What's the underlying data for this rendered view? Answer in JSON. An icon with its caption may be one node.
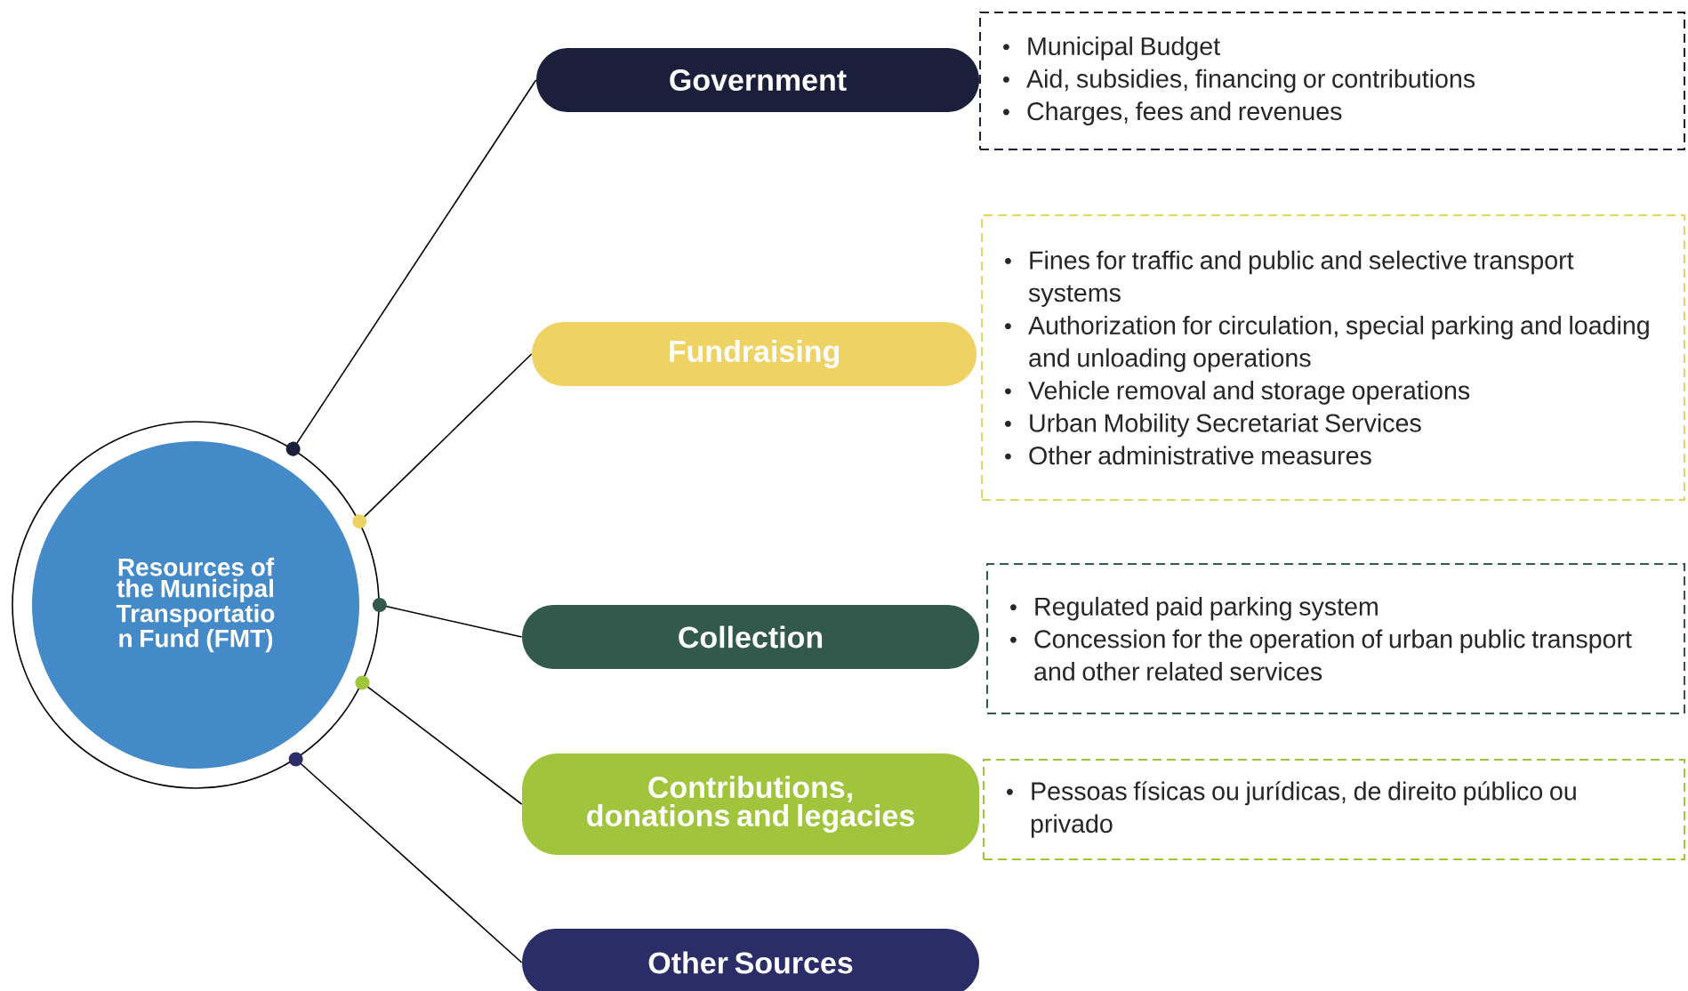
{
  "diagram": {
    "nodes": [
      {
        "text": [
          "Resources of the Municipal Transportatio n Fund (FMT)"
        ]
      },
      {
        "text": [
          "Government"
        ]
      },
      {
        "text": [
          "Municipal Budget",
          "Aid, subsidies, financing or contributions",
          "Charges, fees and revenues"
        ]
      },
      {
        "text": [
          "Fundraising"
        ]
      },
      {
        "text": [
          "Fines for traffic and public and selective transport systems",
          "Authorization for circulation, special parking and loading and unloading operations",
          "Vehicle removal and storage operations",
          "Urban Mobility Secretariat Services",
          "Other administrative measures"
        ]
      },
      {
        "text": [
          "Collection"
        ]
      },
      {
        "text": [
          "Regulated paid parking system",
          "Concession for the operation of urban public transport and other related services"
        ]
      },
      {
        "text": [
          "Contributions, donations and legacies"
        ]
      },
      {
        "text": [
          "Pessoas físicas ou jurídicas, de direito público ou privado"
        ]
      },
      {
        "text": [
          "Other Sources"
        ]
      }
    ],
    "edges": [
      {
        "from": 0,
        "to": 1,
        "arrow": "other"
      },
      {
        "from": 0,
        "to": 3,
        "arrow": "other"
      },
      {
        "from": 0,
        "to": 5,
        "arrow": "other"
      },
      {
        "from": 0,
        "to": 7,
        "arrow": "other"
      },
      {
        "from": 0,
        "to": 9,
        "arrow": "other"
      }
    ]
  }
}
